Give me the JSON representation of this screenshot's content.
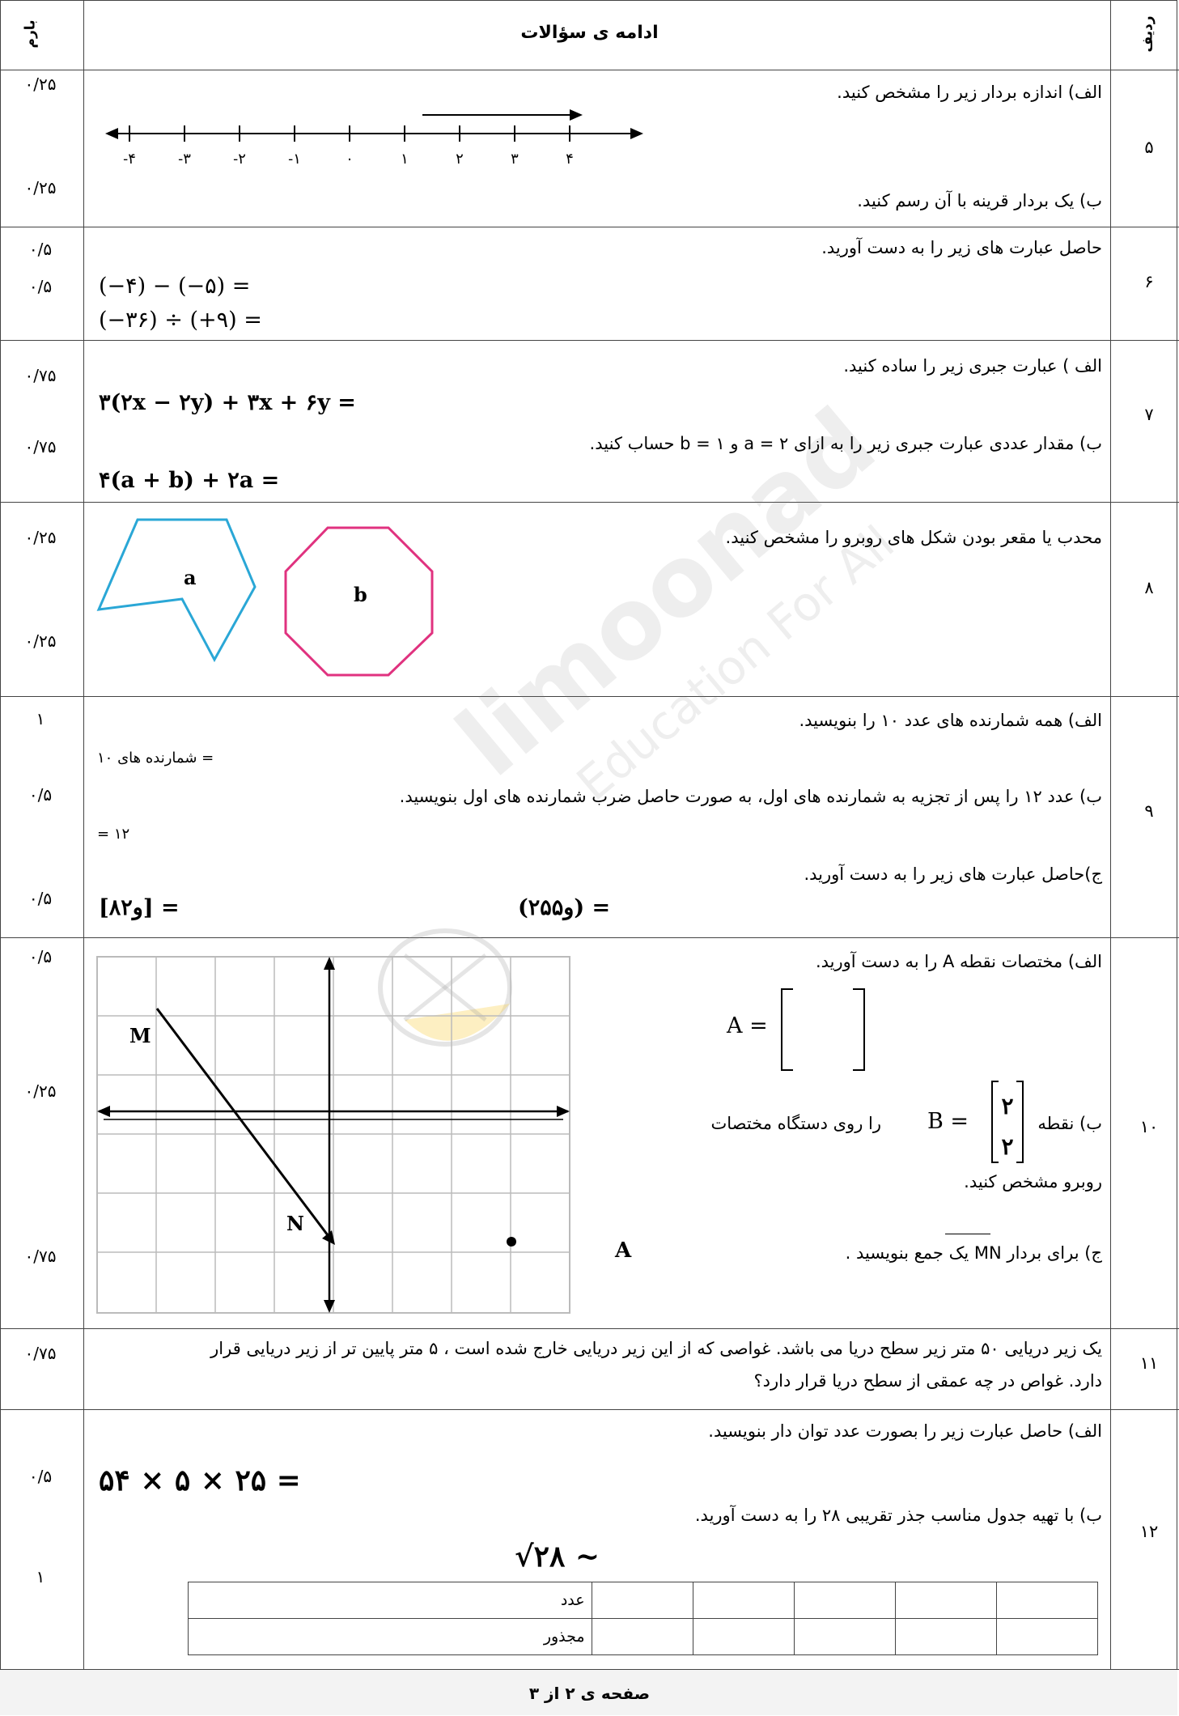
{
  "header": {
    "score_label": "بارم",
    "title": "ادامه ی سؤالات",
    "row_label": "ردیف"
  },
  "footer": {
    "page": "صفحه ی ۲ از ۳"
  },
  "watermark": {
    "brand": "limoonad",
    "tagline": "Education For All"
  },
  "q5": {
    "num": "۵",
    "a": "الف) اندازه بردار زیر را مشخص کنید.",
    "b": "ب) یک بردار قرینه با آن رسم کنید.",
    "score_a": "۰/۲۵",
    "score_b": "۰/۲۵",
    "ticks": [
      "-۴",
      "-۳",
      "-۲",
      "-۱",
      "۰",
      "۱",
      "۲",
      "۳",
      "۴"
    ]
  },
  "q6": {
    "num": "۶",
    "prompt": "حاصل عبارت های زیر را به دست آورید.",
    "expr1": "(−۴) − (−۵) =",
    "expr2": "(−۳۶) ÷ (+۹) =",
    "score_1": "۰/۵",
    "score_2": "۰/۵"
  },
  "q7": {
    "num": "۷",
    "a": "الف ) عبارت جبری زیر را ساده کنید.",
    "expr_a": "۳(۲x − ۲y) + ۳x + ۶y =",
    "b": "ب) مقدار عددی عبارت جبری زیر را به ازای ۲ = a و ۱ = b حساب کنید.",
    "expr_b": "۴(a + b) + ۲a =",
    "score_a": "۰/۷۵",
    "score_b": "۰/۷۵"
  },
  "q8": {
    "num": "۸",
    "prompt": "محدب یا مقعر بودن شکل های روبرو را  مشخص کنید.",
    "label_a": "a",
    "label_b": "b",
    "color_a": "#2aa7d6",
    "color_b": "#e0327f",
    "score_a": "۰/۲۵",
    "score_b": "۰/۲۵"
  },
  "q9": {
    "num": "۹",
    "a": "الف) همه شمارنده های عدد ۱۰ را بنویسید.",
    "a_answer": "= شمارنده های ۱۰",
    "b": "ب) عدد ۱۲ را پس از تجزیه به شمارنده های اول، به صورت حاصل ضرب شمارنده های اول بنویسید.",
    "b_answer": "۱۲ =",
    "c": "ج)حاصل عبارت های زیر را به دست آورید.",
    "c_expr1": "[۸و۲] =",
    "c_expr2": "(۲۵و۵) =",
    "score_a": "۱",
    "score_b": "۰/۵",
    "score_c": "۰/۵"
  },
  "q10": {
    "num": "۱۰",
    "a": "الف) مختصات نقطه A را به دست آورید.",
    "a_matrix_label": "A =",
    "b_prefix": "ب) نقطه",
    "b_label": "B =",
    "b_x": "۲",
    "b_y": "۲",
    "b_suffix": "را روی دستگاه مختصات",
    "b_line2": "روبرو مشخص کنید.",
    "c": "ج) برای بردار MN یک جمع بنویسید   .",
    "point_a": "A",
    "label_m": "M",
    "label_n": "N",
    "score_a": "۰/۵",
    "score_b": "۰/۲۵",
    "score_c": "۰/۷۵"
  },
  "q11": {
    "num": "۱۱",
    "line1": "یک زیر دریایی ۵۰ متر زیر سطح دریا می باشد. غواصی که از این زیر دریایی خارج شده است ، ۵ متر پایین تر از زیر دریایی قرار",
    "line2": "دارد. غواص در چه عمقی از سطح دریا قرار دارد؟",
    "score": "۰/۷۵"
  },
  "q12": {
    "num": "۱۲",
    "a": "الف) حاصل عبارت زیر را بصورت عدد توان دار بنویسید.",
    "expr_a": "۵۴ × ۵ × ۲۵ =",
    "b": "ب) با تهیه جدول مناسب جذر تقریبی ۲۸ را به دست آورید.",
    "sqrt": "√۲۸ ~",
    "table_rows": [
      "عدد",
      "مجذور"
    ],
    "score_a": "۰/۵",
    "score_b": "۱"
  }
}
